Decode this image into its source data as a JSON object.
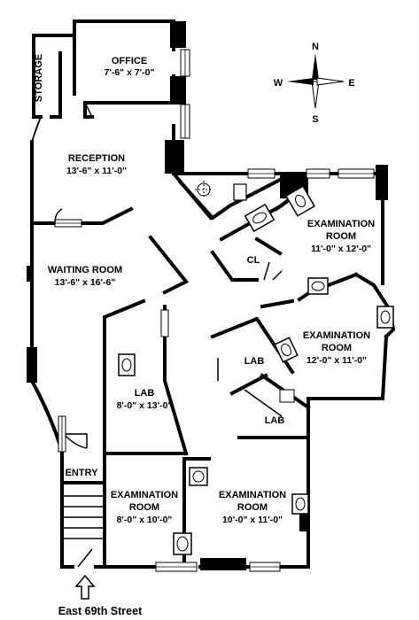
{
  "rooms": {
    "storage": {
      "name": "STORAGE"
    },
    "office": {
      "name": "OFFICE",
      "dims": "7'-6\" x 7'-0\""
    },
    "reception": {
      "name": "RECEPTION",
      "dims": "13'-6\" x 11'-0\""
    },
    "waiting": {
      "name": "WAITING ROOM",
      "dims": "13'-6\" x 16'-6\""
    },
    "lab_main": {
      "name": "LAB",
      "dims": "8'-0\" x 13'-0\""
    },
    "closet": {
      "name": "CL"
    },
    "exam1": {
      "name1": "EXAMINATION",
      "name2": "ROOM",
      "dims": "11'-0\" x 12'-0\""
    },
    "exam2": {
      "name1": "EXAMINATION",
      "name2": "ROOM",
      "dims": "12'-0\" x 11'-0\""
    },
    "lab_small": {
      "name": "LAB"
    },
    "lab_lower": {
      "name": "LAB"
    },
    "entry": {
      "name": "ENTRY"
    },
    "exam3": {
      "name1": "EXAMINATION",
      "name2": "ROOM",
      "dims": "8'-0\" x 10'-0\""
    },
    "exam4": {
      "name1": "EXAMINATION",
      "name2": "ROOM",
      "dims": "10'-0\" x 11'-0\""
    }
  },
  "compass": {
    "n": "N",
    "s": "S",
    "e": "E",
    "w": "W"
  },
  "street": {
    "label": "East 69th Street"
  }
}
